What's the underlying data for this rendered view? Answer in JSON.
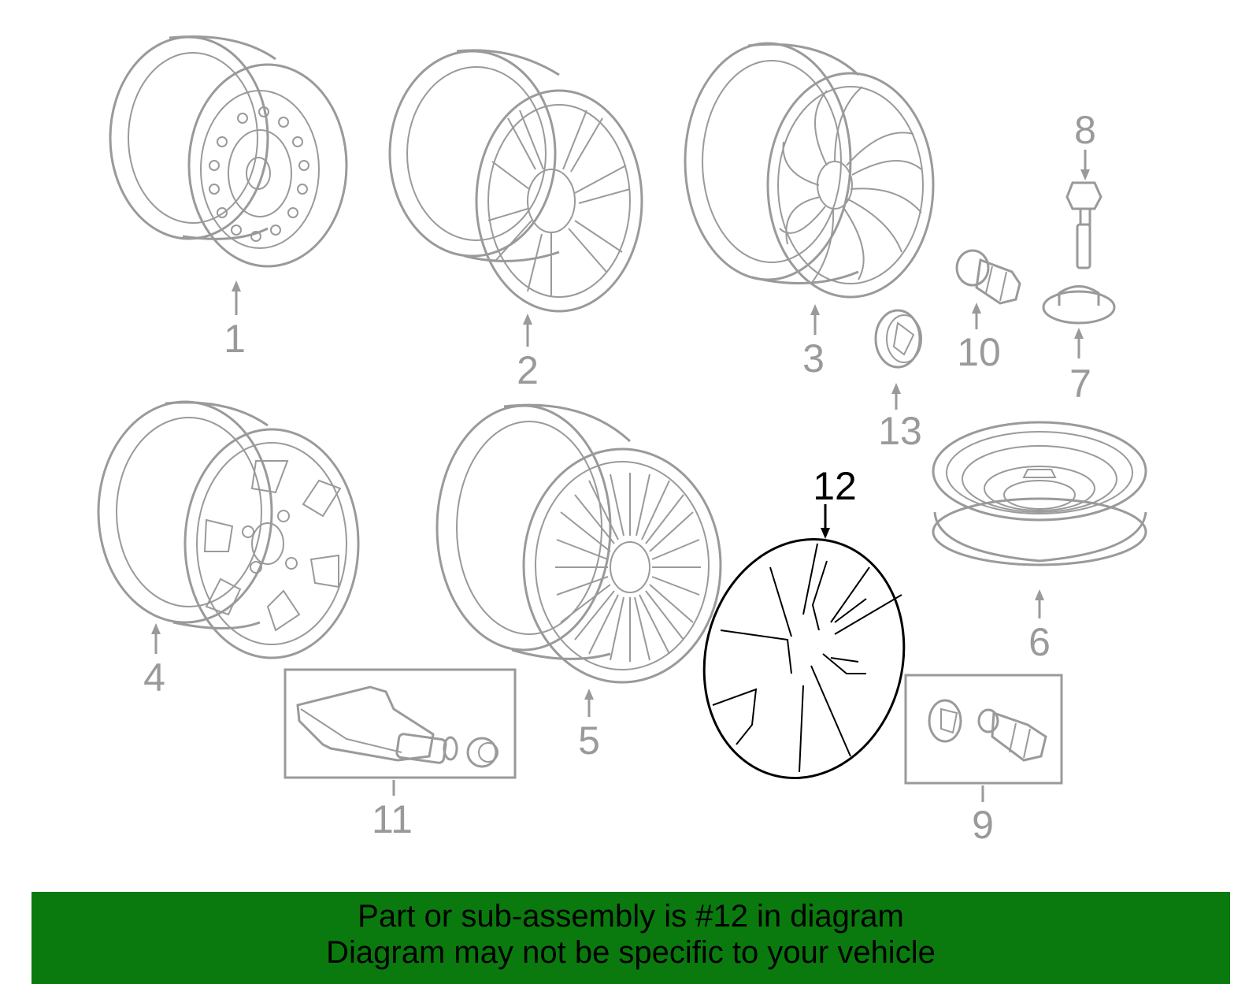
{
  "callouts": {
    "c1": "1",
    "c2": "2",
    "c3": "3",
    "c4": "4",
    "c5": "5",
    "c6": "6",
    "c7": "7",
    "c8": "8",
    "c9": "9",
    "c10": "10",
    "c11": "11",
    "c12": "12",
    "c13": "13"
  },
  "highlighted_part": "12",
  "colors": {
    "part_lines": "#9a9a9a",
    "highlight_lines": "#000000",
    "banner_background": "#0a7a0e",
    "banner_text": "#000000"
  },
  "banner": {
    "line1": "Part or sub-assembly is #12 in diagram",
    "line2": "Diagram may not be specific to your vehicle"
  }
}
